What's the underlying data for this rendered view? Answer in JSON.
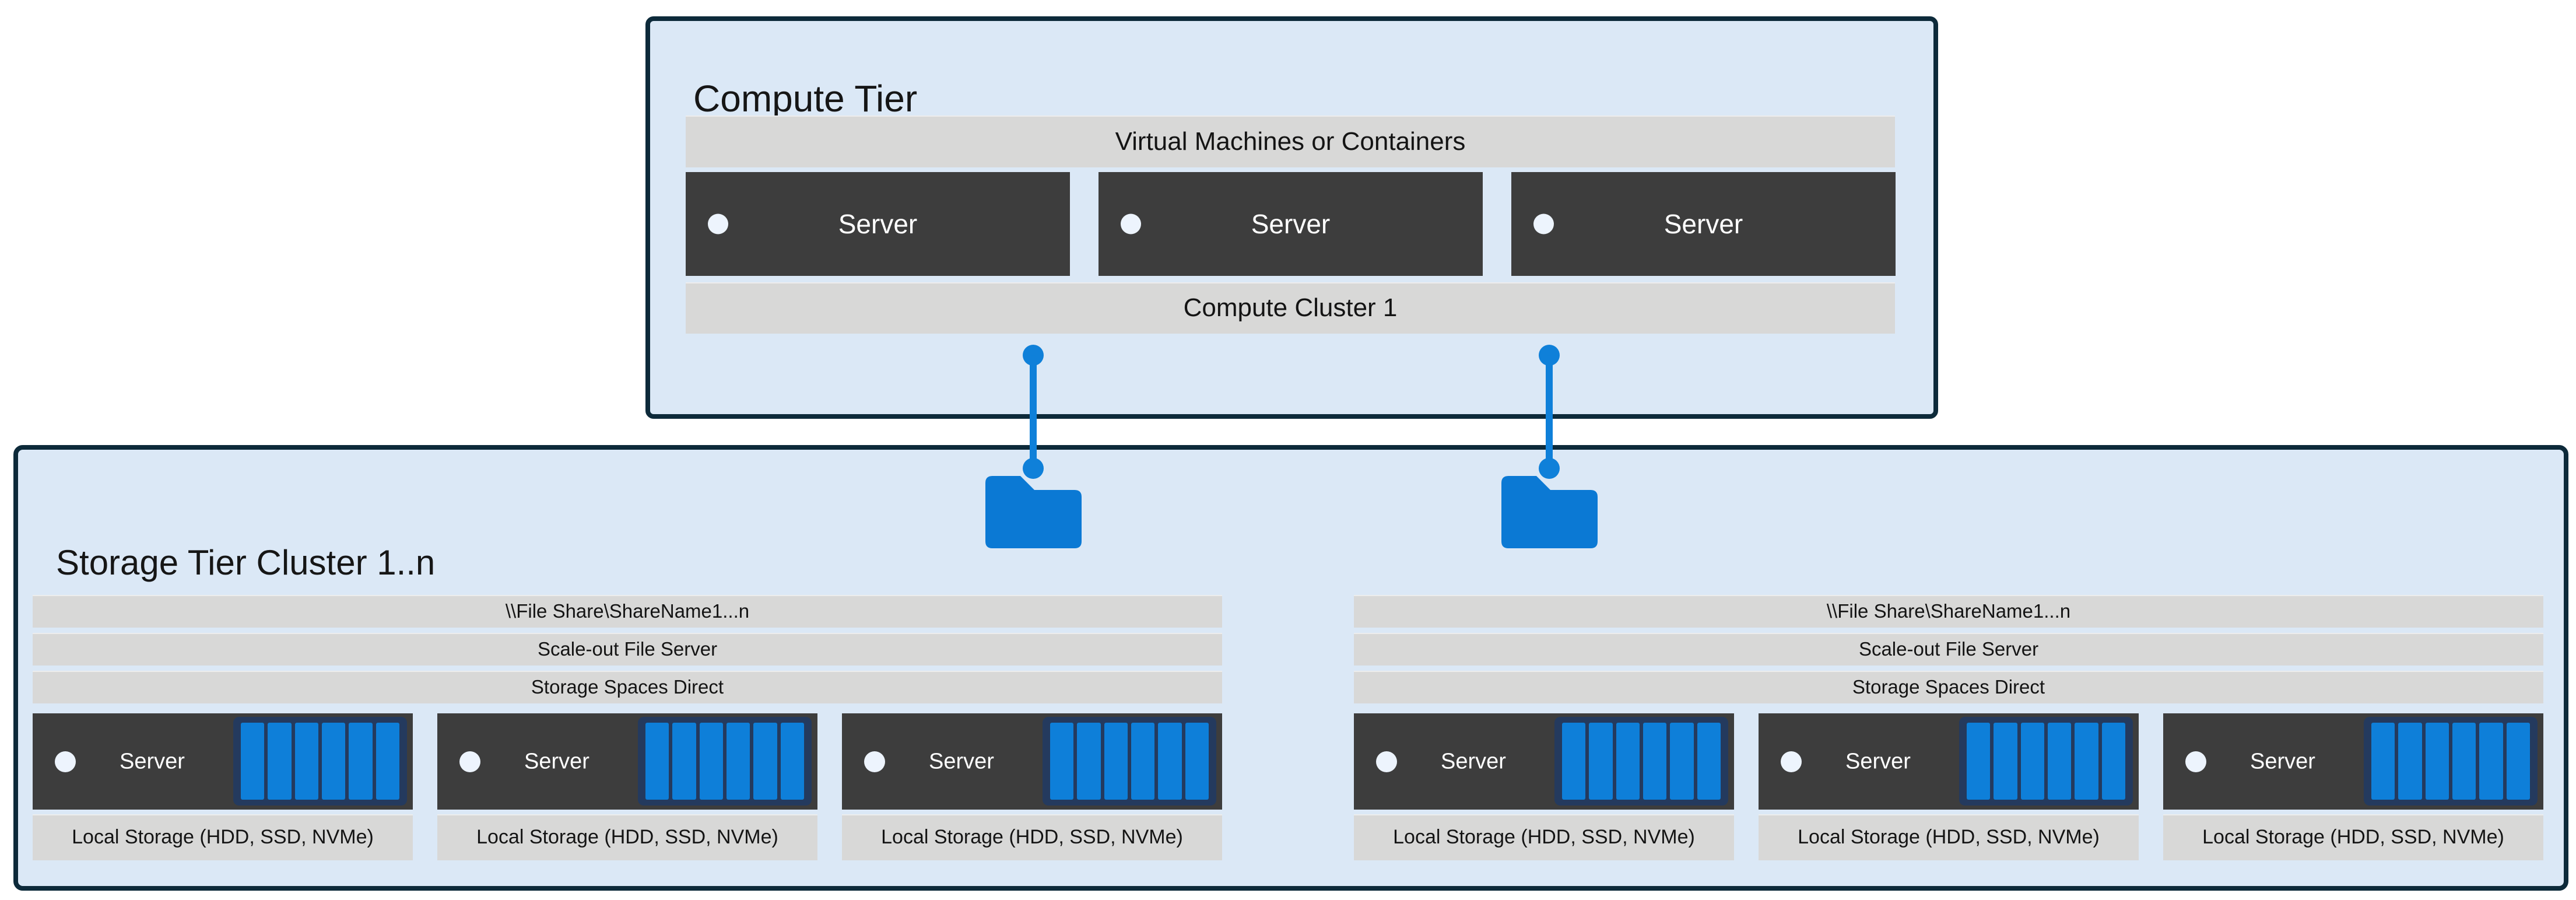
{
  "colors": {
    "box_fill": "#dbe8f6",
    "box_border": "#0d2a3a",
    "gray_bar": "#d8d8d7",
    "server_dark": "#3d3d3d",
    "accent_blue": "#0f80d9",
    "folder_blue": "#0b79d4",
    "disk_navy": "#243a5e",
    "disk_blue": "#0e7fd9"
  },
  "compute_tier": {
    "title": "Compute Tier",
    "vm_bar": "Virtual Machines or Containers",
    "cluster_bar": "Compute Cluster 1",
    "servers": [
      "Server",
      "Server",
      "Server"
    ]
  },
  "storage_tier": {
    "title": "Storage Tier Cluster 1..n",
    "clusters": [
      {
        "file_share": "\\\\File Share\\ShareName1...n",
        "sofs": "Scale-out File Server",
        "s2d": "Storage Spaces Direct",
        "servers": [
          {
            "label": "Server",
            "local": "Local Storage (HDD, SSD, NVMe)"
          },
          {
            "label": "Server",
            "local": "Local Storage (HDD, SSD, NVMe)"
          },
          {
            "label": "Server",
            "local": "Local Storage (HDD, SSD, NVMe)"
          }
        ]
      },
      {
        "file_share": "\\\\File Share\\ShareName1...n",
        "sofs": "Scale-out File Server",
        "s2d": "Storage Spaces Direct",
        "servers": [
          {
            "label": "Server",
            "local": "Local Storage (HDD, SSD, NVMe)"
          },
          {
            "label": "Server",
            "local": "Local Storage (HDD, SSD, NVMe)"
          },
          {
            "label": "Server",
            "local": "Local Storage (HDD, SSD, NVMe)"
          }
        ]
      }
    ]
  }
}
